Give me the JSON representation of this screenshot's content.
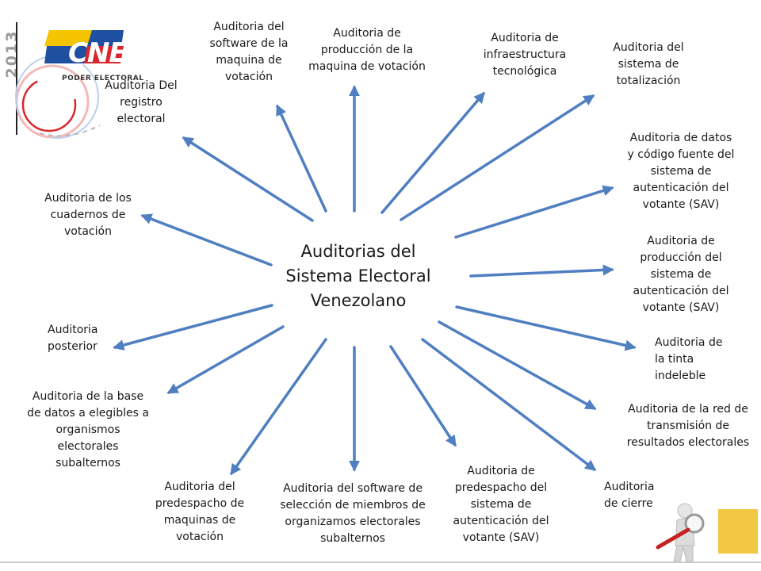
{
  "year_label": "2013",
  "logo": {
    "text": "CNE",
    "subtitle": "PODER ELECTORAL"
  },
  "center": {
    "text": "Auditorias del\nSistema Electoral\nVenezolano"
  },
  "nodes": [
    {
      "id": "software-maquina",
      "text": "Auditoria del\nsoftware de la\nmaquina de\nvotación"
    },
    {
      "id": "produccion-maquina",
      "text": "Auditoria de\nproducción de la\nmaquina de votación"
    },
    {
      "id": "infraestructura",
      "text": "Auditoria de\ninfraestructura\ntecnológica"
    },
    {
      "id": "totalizacion",
      "text": "Auditoria del\nsistema de\ntotalización"
    },
    {
      "id": "registro-electoral",
      "text": "Auditoria Del\nregistro\nelectoral"
    },
    {
      "id": "datos-codigo-sav",
      "text": "Auditoria de datos\ny código fuente del\nsistema de\nautenticación del\nvotante (SAV)"
    },
    {
      "id": "cuadernos",
      "text": "Auditoria de los\ncuadernos de\nvotación"
    },
    {
      "id": "produccion-sav",
      "text": "Auditoria de\nproducción del\nsistema de\nautenticación del\nvotante (SAV)"
    },
    {
      "id": "posterior",
      "text": "Auditoria\nposterior"
    },
    {
      "id": "tinta",
      "text": "Auditoria de\nla tinta\nindeleble"
    },
    {
      "id": "base-datos-elegibles",
      "text": "Auditoria de la base\nde datos a elegibles a\norganismos\nelectorales\nsubalternos"
    },
    {
      "id": "red-transmision",
      "text": "Auditoria de la red de\ntransmisión de\nresultados electorales"
    },
    {
      "id": "predespacho-maquinas",
      "text": "Auditoria del\npredespacho de\nmaquinas de\nvotación"
    },
    {
      "id": "software-seleccion",
      "text": "Auditoria del software de\nselección de miembros de\norganizamos electorales\nsubalternos"
    },
    {
      "id": "predespacho-sav",
      "text": "Auditoria de\npredespacho del\nsistema de\nautenticación del\nvotante (SAV)"
    },
    {
      "id": "cierre",
      "text": "Auditoria\nde cierre"
    }
  ],
  "colors": {
    "arrow": "#4f7fc1",
    "accent": "#f2c744",
    "logo_red": "#d8262c",
    "logo_yellow": "#f5c400",
    "logo_blue": "#1f4fa0"
  }
}
